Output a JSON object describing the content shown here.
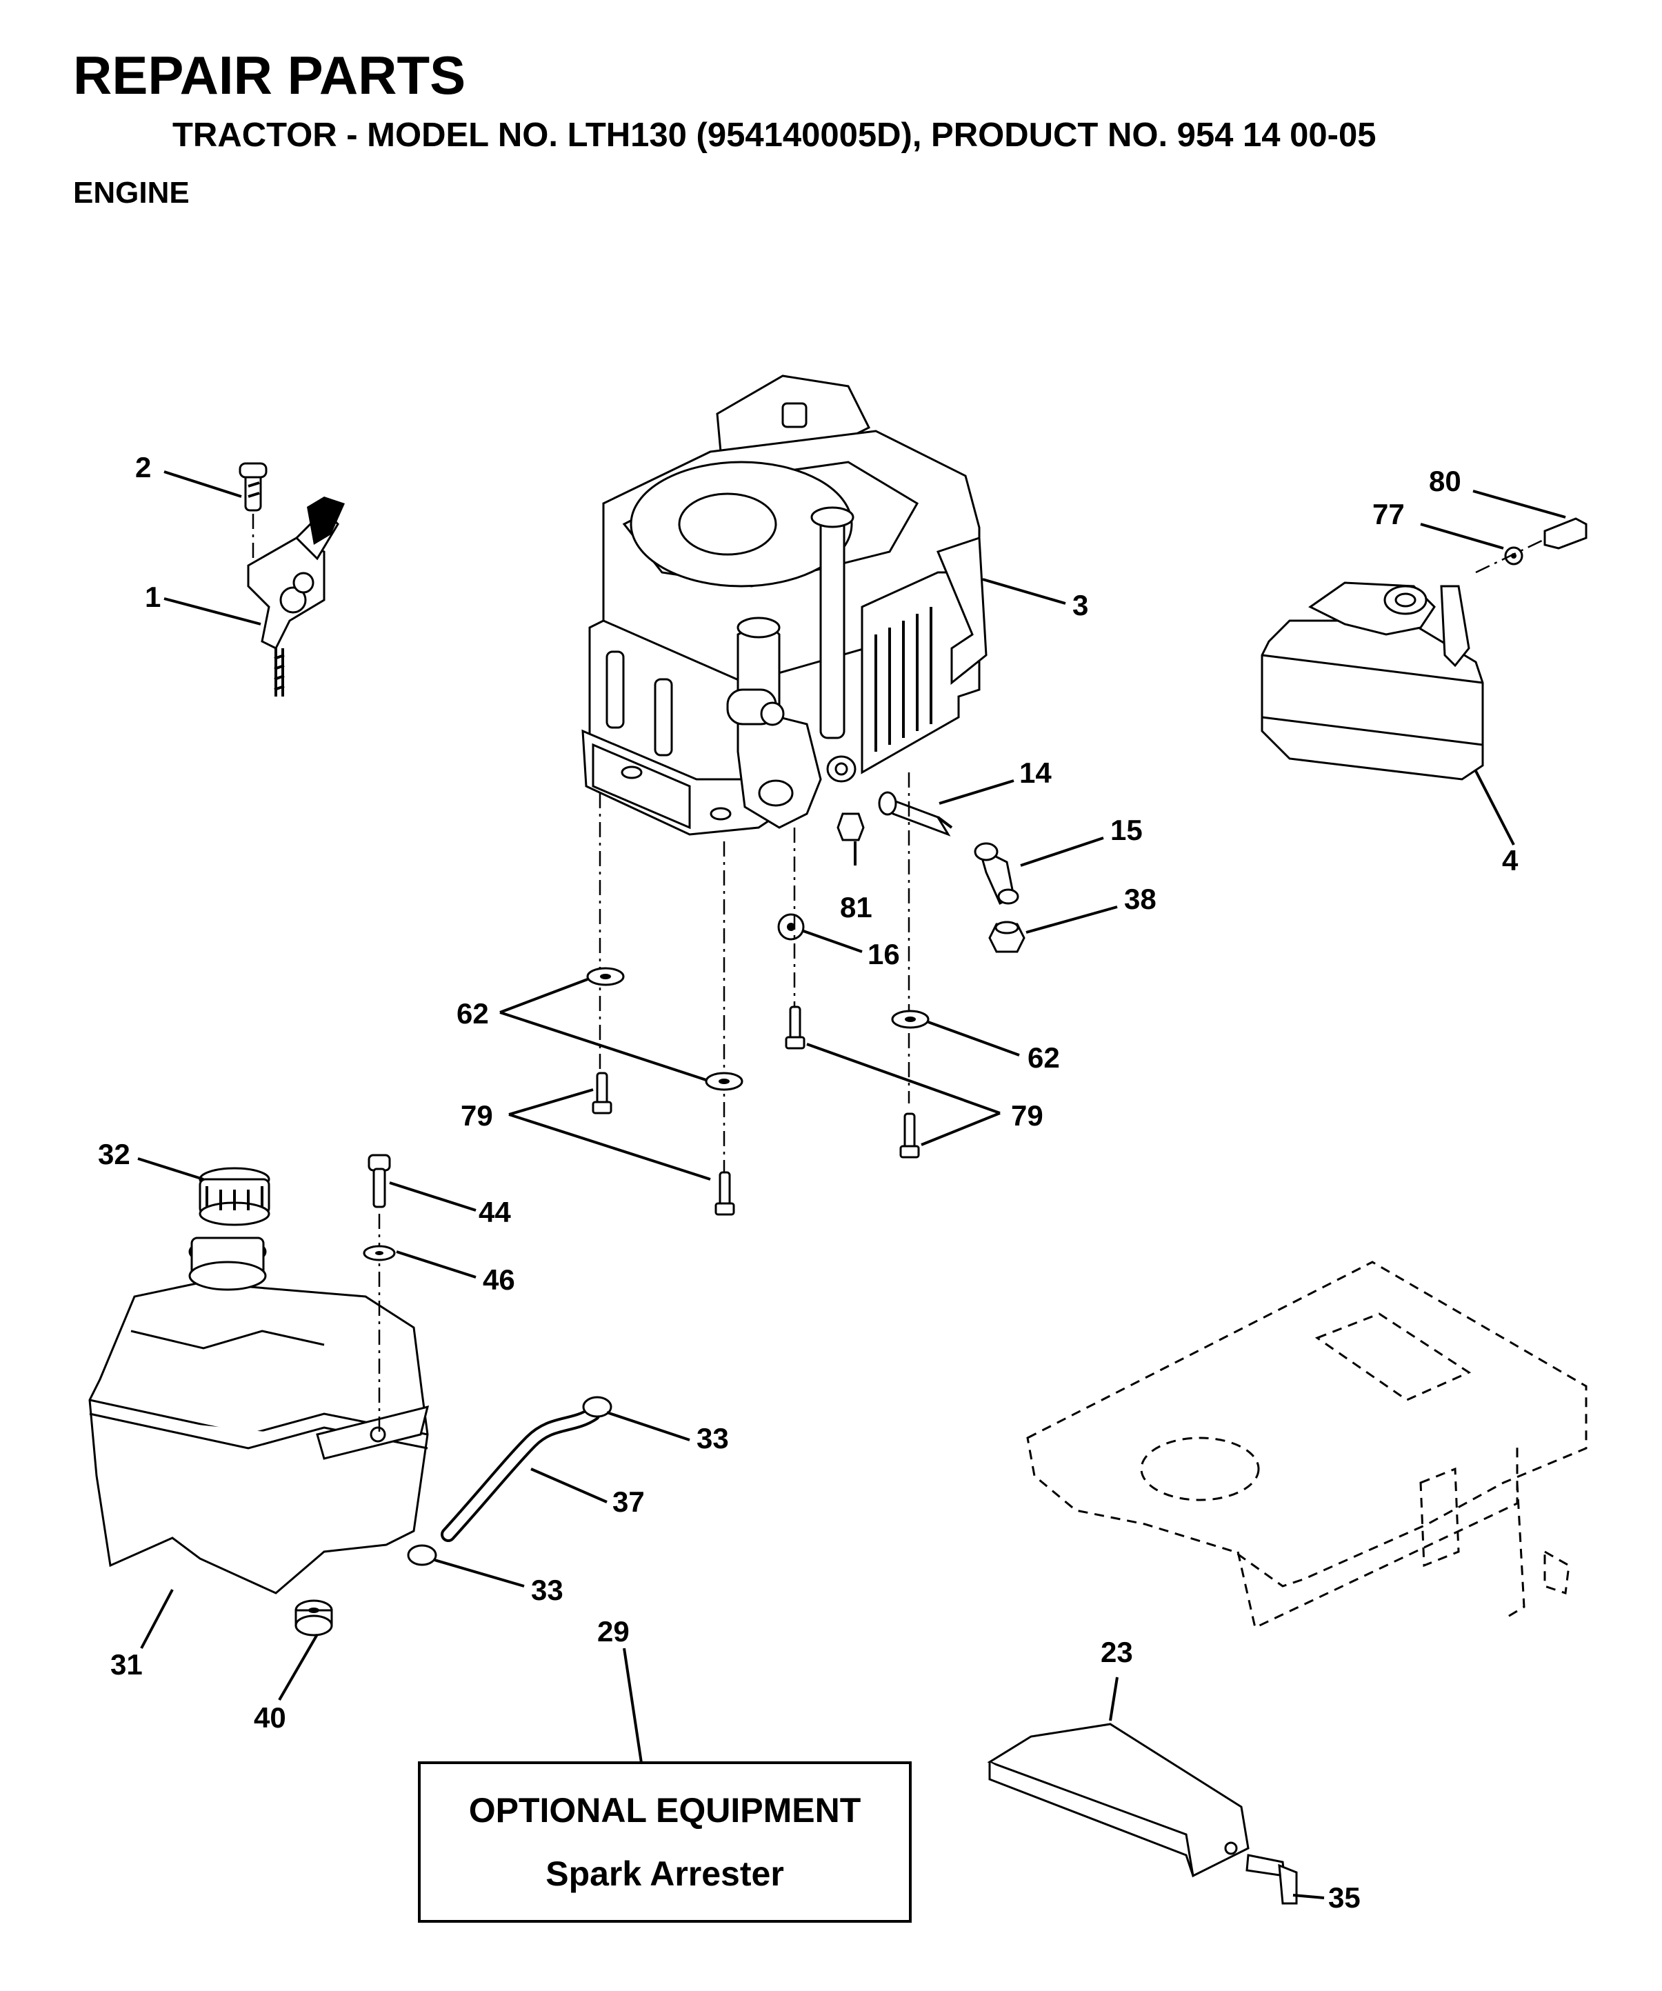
{
  "header": {
    "title": "REPAIR PARTS",
    "subtitle": "TRACTOR - MODEL NO. LTH130 (954140005D), PRODUCT NO. 954 14 00-05",
    "section": "ENGINE"
  },
  "callouts": {
    "p1": "1",
    "p2": "2",
    "p3": "3",
    "p4": "4",
    "p14": "14",
    "p15": "15",
    "p16": "16",
    "p23": "23",
    "p29": "29",
    "p31": "31",
    "p32": "32",
    "p33a": "33",
    "p33b": "33",
    "p35": "35",
    "p37": "37",
    "p38": "38",
    "p40": "40",
    "p44": "44",
    "p46": "46",
    "p62a": "62",
    "p62b": "62",
    "p77": "77",
    "p79a": "79",
    "p79b": "79",
    "p80": "80",
    "p81": "81"
  },
  "optional_box": {
    "heading": "OPTIONAL EQUIPMENT",
    "item": "Spark Arrester"
  }
}
